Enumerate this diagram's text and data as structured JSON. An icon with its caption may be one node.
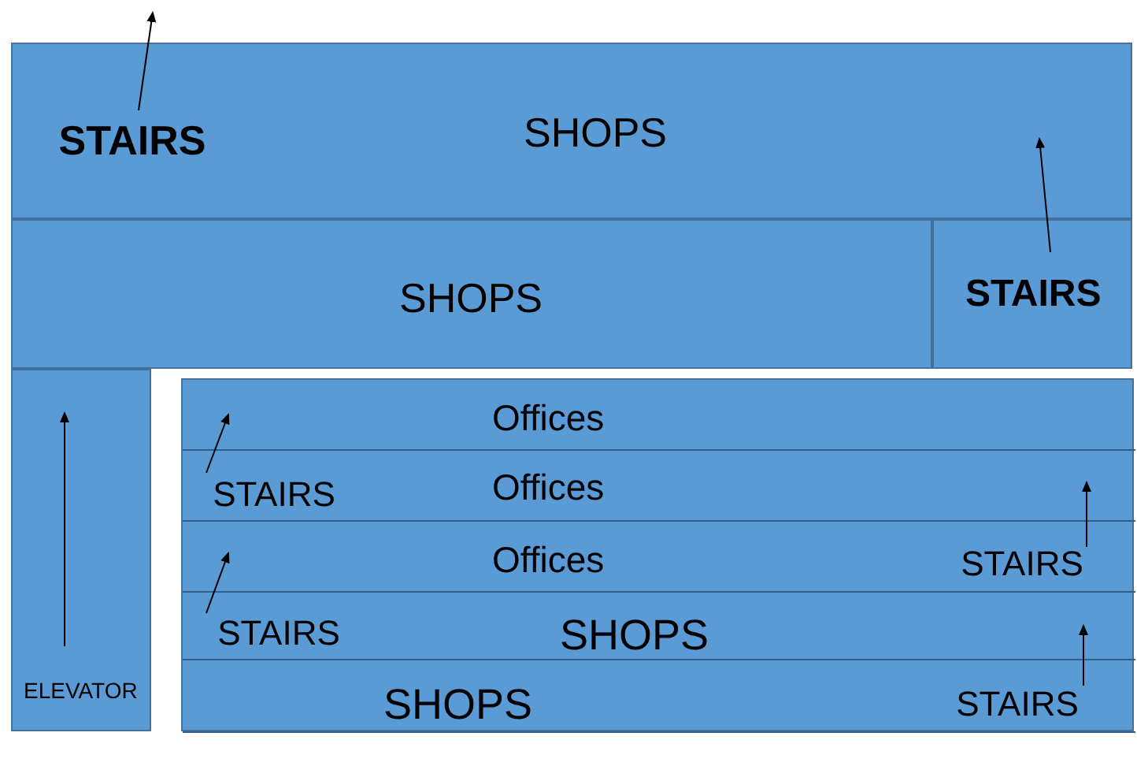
{
  "diagram": {
    "nodes": [
      {
        "text": [
          "SHOPS"
        ]
      },
      {
        "text": [
          "STAIRS"
        ],
        "in": 0
      },
      {
        "text": [
          "SHOPS"
        ]
      },
      {
        "text": [
          "STAIRS"
        ]
      },
      {
        "text": [
          "ELEVATOR"
        ]
      },
      {
        "text": [],
        "shape": "box"
      },
      {
        "text": [
          "Offices"
        ],
        "in": 5
      },
      {
        "text": [
          "Offices"
        ],
        "in": 5
      },
      {
        "text": [
          "STAIRS"
        ],
        "in": 7
      },
      {
        "text": [
          "Offices"
        ],
        "in": 5
      },
      {
        "text": [
          "STAIRS"
        ],
        "in": 9
      },
      {
        "text": [
          "SHOPS"
        ],
        "in": 5
      },
      {
        "text": [
          "STAIRS"
        ],
        "in": 11
      },
      {
        "text": [
          "SHOPS"
        ],
        "in": 5
      },
      {
        "text": [
          "STAIRS"
        ],
        "in": 13
      }
    ],
    "edges": [
      {
        "from": 1,
        "to": null,
        "arrow": "to"
      },
      {
        "from": 3,
        "to": 0,
        "arrow": "to"
      },
      {
        "from": 8,
        "to": 6,
        "arrow": "to"
      },
      {
        "from": 10,
        "to": 7,
        "arrow": "to"
      },
      {
        "from": 12,
        "to": 9,
        "arrow": "to"
      },
      {
        "from": 14,
        "to": 11,
        "arrow": "to"
      }
    ]
  }
}
